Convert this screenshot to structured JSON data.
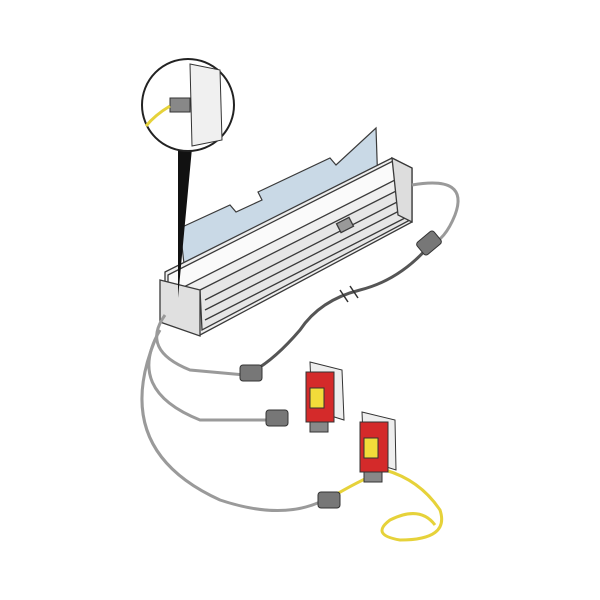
{
  "colors": {
    "background": "#ffffff",
    "mounting_plate": "#c9d9e6",
    "fixture_body": "#eeeeee",
    "outline": "#3a3a3a",
    "cable_grey": "#9a9a9a",
    "cable_dark": "#555555",
    "cable_yellow": "#e6d23a",
    "switch_red": "#d42a2a",
    "switch_label_yellow": "#f2dc3a"
  },
  "icons": [
    "light-fixture",
    "mounting-plate",
    "detail-magnifier",
    "connector-plug",
    "safety-switch",
    "yellow-cable-coil"
  ]
}
